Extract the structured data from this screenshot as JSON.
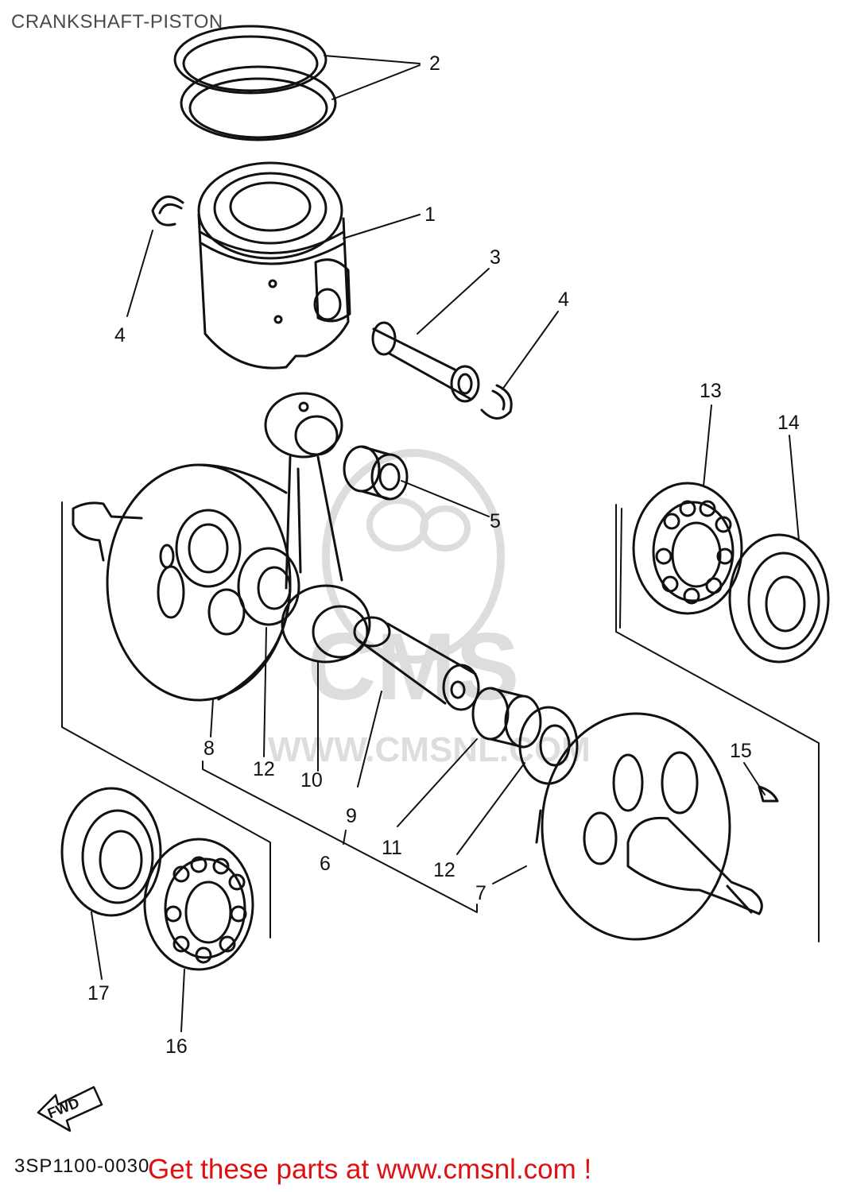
{
  "title": "CRANKSHAFT-PISTON",
  "diagram_code": "3SP1100-0030",
  "promo_text": "Get these parts at www.cmsnl.com !",
  "watermark_text": "WWW.CMSNL.COM",
  "fwd_label": "FWD",
  "callouts": {
    "c1": "1",
    "c2": "2",
    "c3": "3",
    "c4a": "4",
    "c4b": "4",
    "c5": "5",
    "c6": "6",
    "c7": "7",
    "c8": "8",
    "c9": "9",
    "c10": "10",
    "c11": "11",
    "c12a": "12",
    "c12b": "12",
    "c13": "13",
    "c14": "14",
    "c15": "15",
    "c16": "16",
    "c17": "17"
  }
}
